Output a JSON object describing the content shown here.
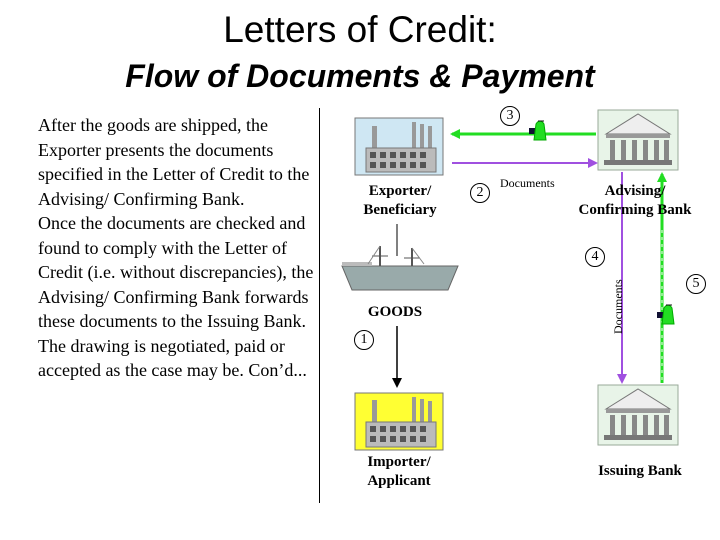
{
  "title": "Letters of Credit:",
  "subtitle": "Flow of Documents & Payment",
  "body": [
    "After the goods are shipped, the Exporter presents the documents specified in the Letter of Credit to the Advising/ Confirming Bank.",
    "Once the documents are checked and found to comply with the Letter of Credit (i.e. without discrepancies), the Advising/ Confirming Bank forwards these documents to the Issuing Bank. The drawing is negotiated, paid or accepted as the case may be. Con’d..."
  ],
  "diagram": {
    "exporter_line1": "Exporter/",
    "exporter_line2": "Beneficiary",
    "goods": "GOODS",
    "importer_line1": "Importer/",
    "importer_line2": "Applicant",
    "advising_line1": "Advising/",
    "advising_line2": "Confirming Bank",
    "issuing": "Issuing Bank",
    "documents_top": "Documents",
    "documents_side": "Documents",
    "step1": "1",
    "step2": "2",
    "step3": "3",
    "step4": "4",
    "step5": "5"
  },
  "colors": {
    "exporter_factory_bg": "#cfe7f3",
    "importer_factory_bg": "#ffff33",
    "bank_bg": "#e8f4e8",
    "payment_arrow": "#22dd22",
    "documents_arrow": "#a050e0"
  }
}
